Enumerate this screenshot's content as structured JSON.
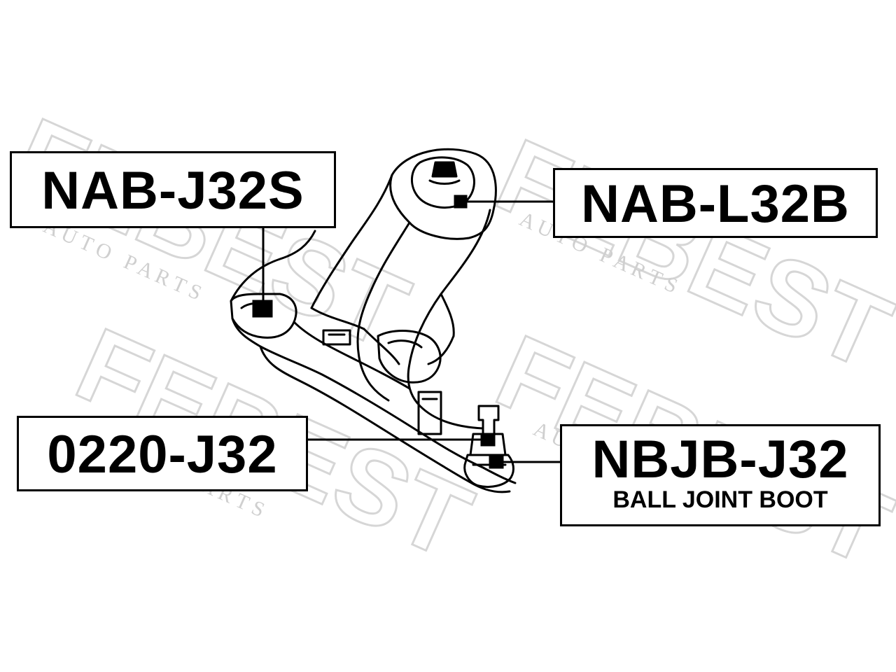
{
  "labels": {
    "nab_j32s": {
      "part_number": "NAB-J32S"
    },
    "nab_l32b": {
      "part_number": "NAB-L32B"
    },
    "p0220_j32": {
      "part_number": "0220-J32"
    },
    "nbjb_j32": {
      "part_number": "NBJB-J32",
      "description": "BALL JOINT BOOT"
    }
  },
  "watermark": {
    "brand": "FEBEST",
    "tagline": "A U T O   P A R T S"
  },
  "colors": {
    "ink": "#000000",
    "watermark": "#d6d6d6",
    "background": "#ffffff"
  }
}
